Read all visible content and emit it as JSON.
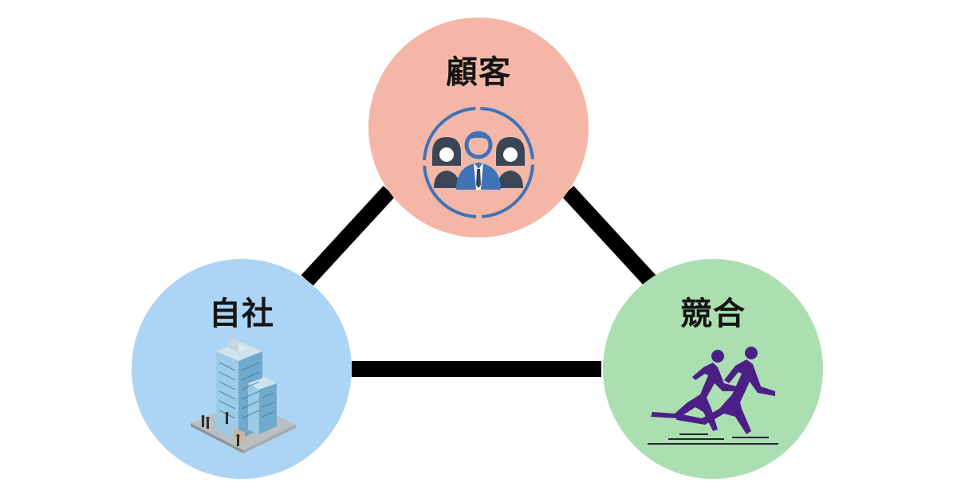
{
  "diagram": {
    "nodes": {
      "customer": {
        "label": "顧客",
        "icon": "customers-group-icon",
        "color": "#f4b7a7"
      },
      "company": {
        "label": "自社",
        "icon": "office-building-icon",
        "color": "#acd5f5"
      },
      "competitor": {
        "label": "競合",
        "icon": "runners-icon",
        "color": "#abdfb1"
      }
    },
    "edges": [
      {
        "from": "customer",
        "to": "company"
      },
      {
        "from": "customer",
        "to": "competitor"
      },
      {
        "from": "company",
        "to": "competitor"
      }
    ]
  }
}
